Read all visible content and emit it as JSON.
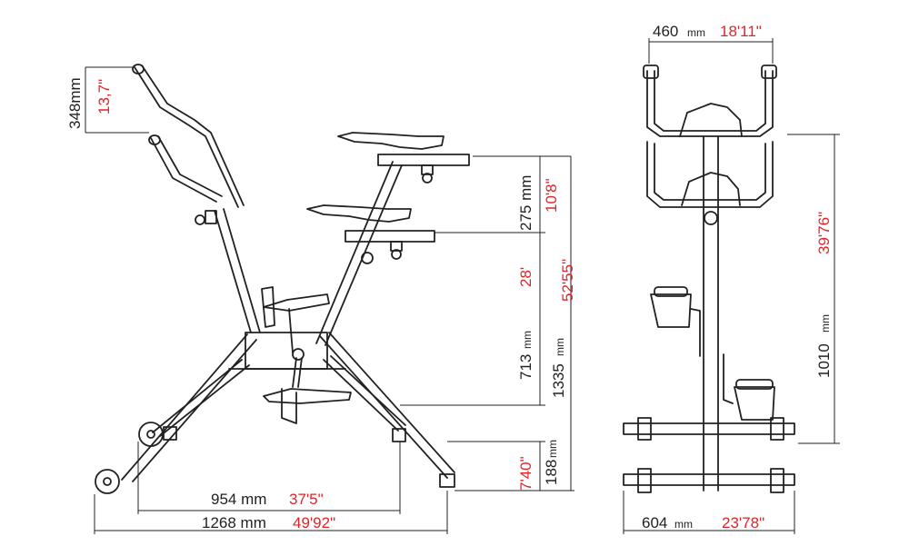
{
  "colors": {
    "line": "#222222",
    "dim": "#222222",
    "imperial": "#e0242a",
    "background": "#ffffff"
  },
  "side_view": {
    "handle_rise": {
      "metric": "348mm",
      "imperial": "13,7\""
    },
    "seat_adjust": {
      "metric": "275 mm",
      "imperial": "10'8\""
    },
    "mid_section": {
      "imperial": "28'"
    },
    "total_height": {
      "metric_value": "1335",
      "metric_unit": "mm",
      "imperial": "52'55\""
    },
    "seat_height": {
      "metric_value": "713",
      "metric_unit": "mm"
    },
    "foot_height": {
      "metric_value": "188",
      "metric_unit": "mm",
      "imperial": "7'40\""
    },
    "inner_length": {
      "metric_value": "954 mm",
      "imperial": "37'5\""
    },
    "total_length": {
      "metric_value": "1268 mm",
      "imperial": "49'92\""
    }
  },
  "front_view": {
    "handle_width": {
      "metric_value": "460",
      "metric_unit": "mm",
      "imperial": "18'11\""
    },
    "frame_height": {
      "metric_value": "1010",
      "metric_unit": "mm",
      "imperial": "39'76\""
    },
    "base_width": {
      "metric_value": "604",
      "metric_unit": "mm",
      "imperial": "23'78\""
    }
  }
}
